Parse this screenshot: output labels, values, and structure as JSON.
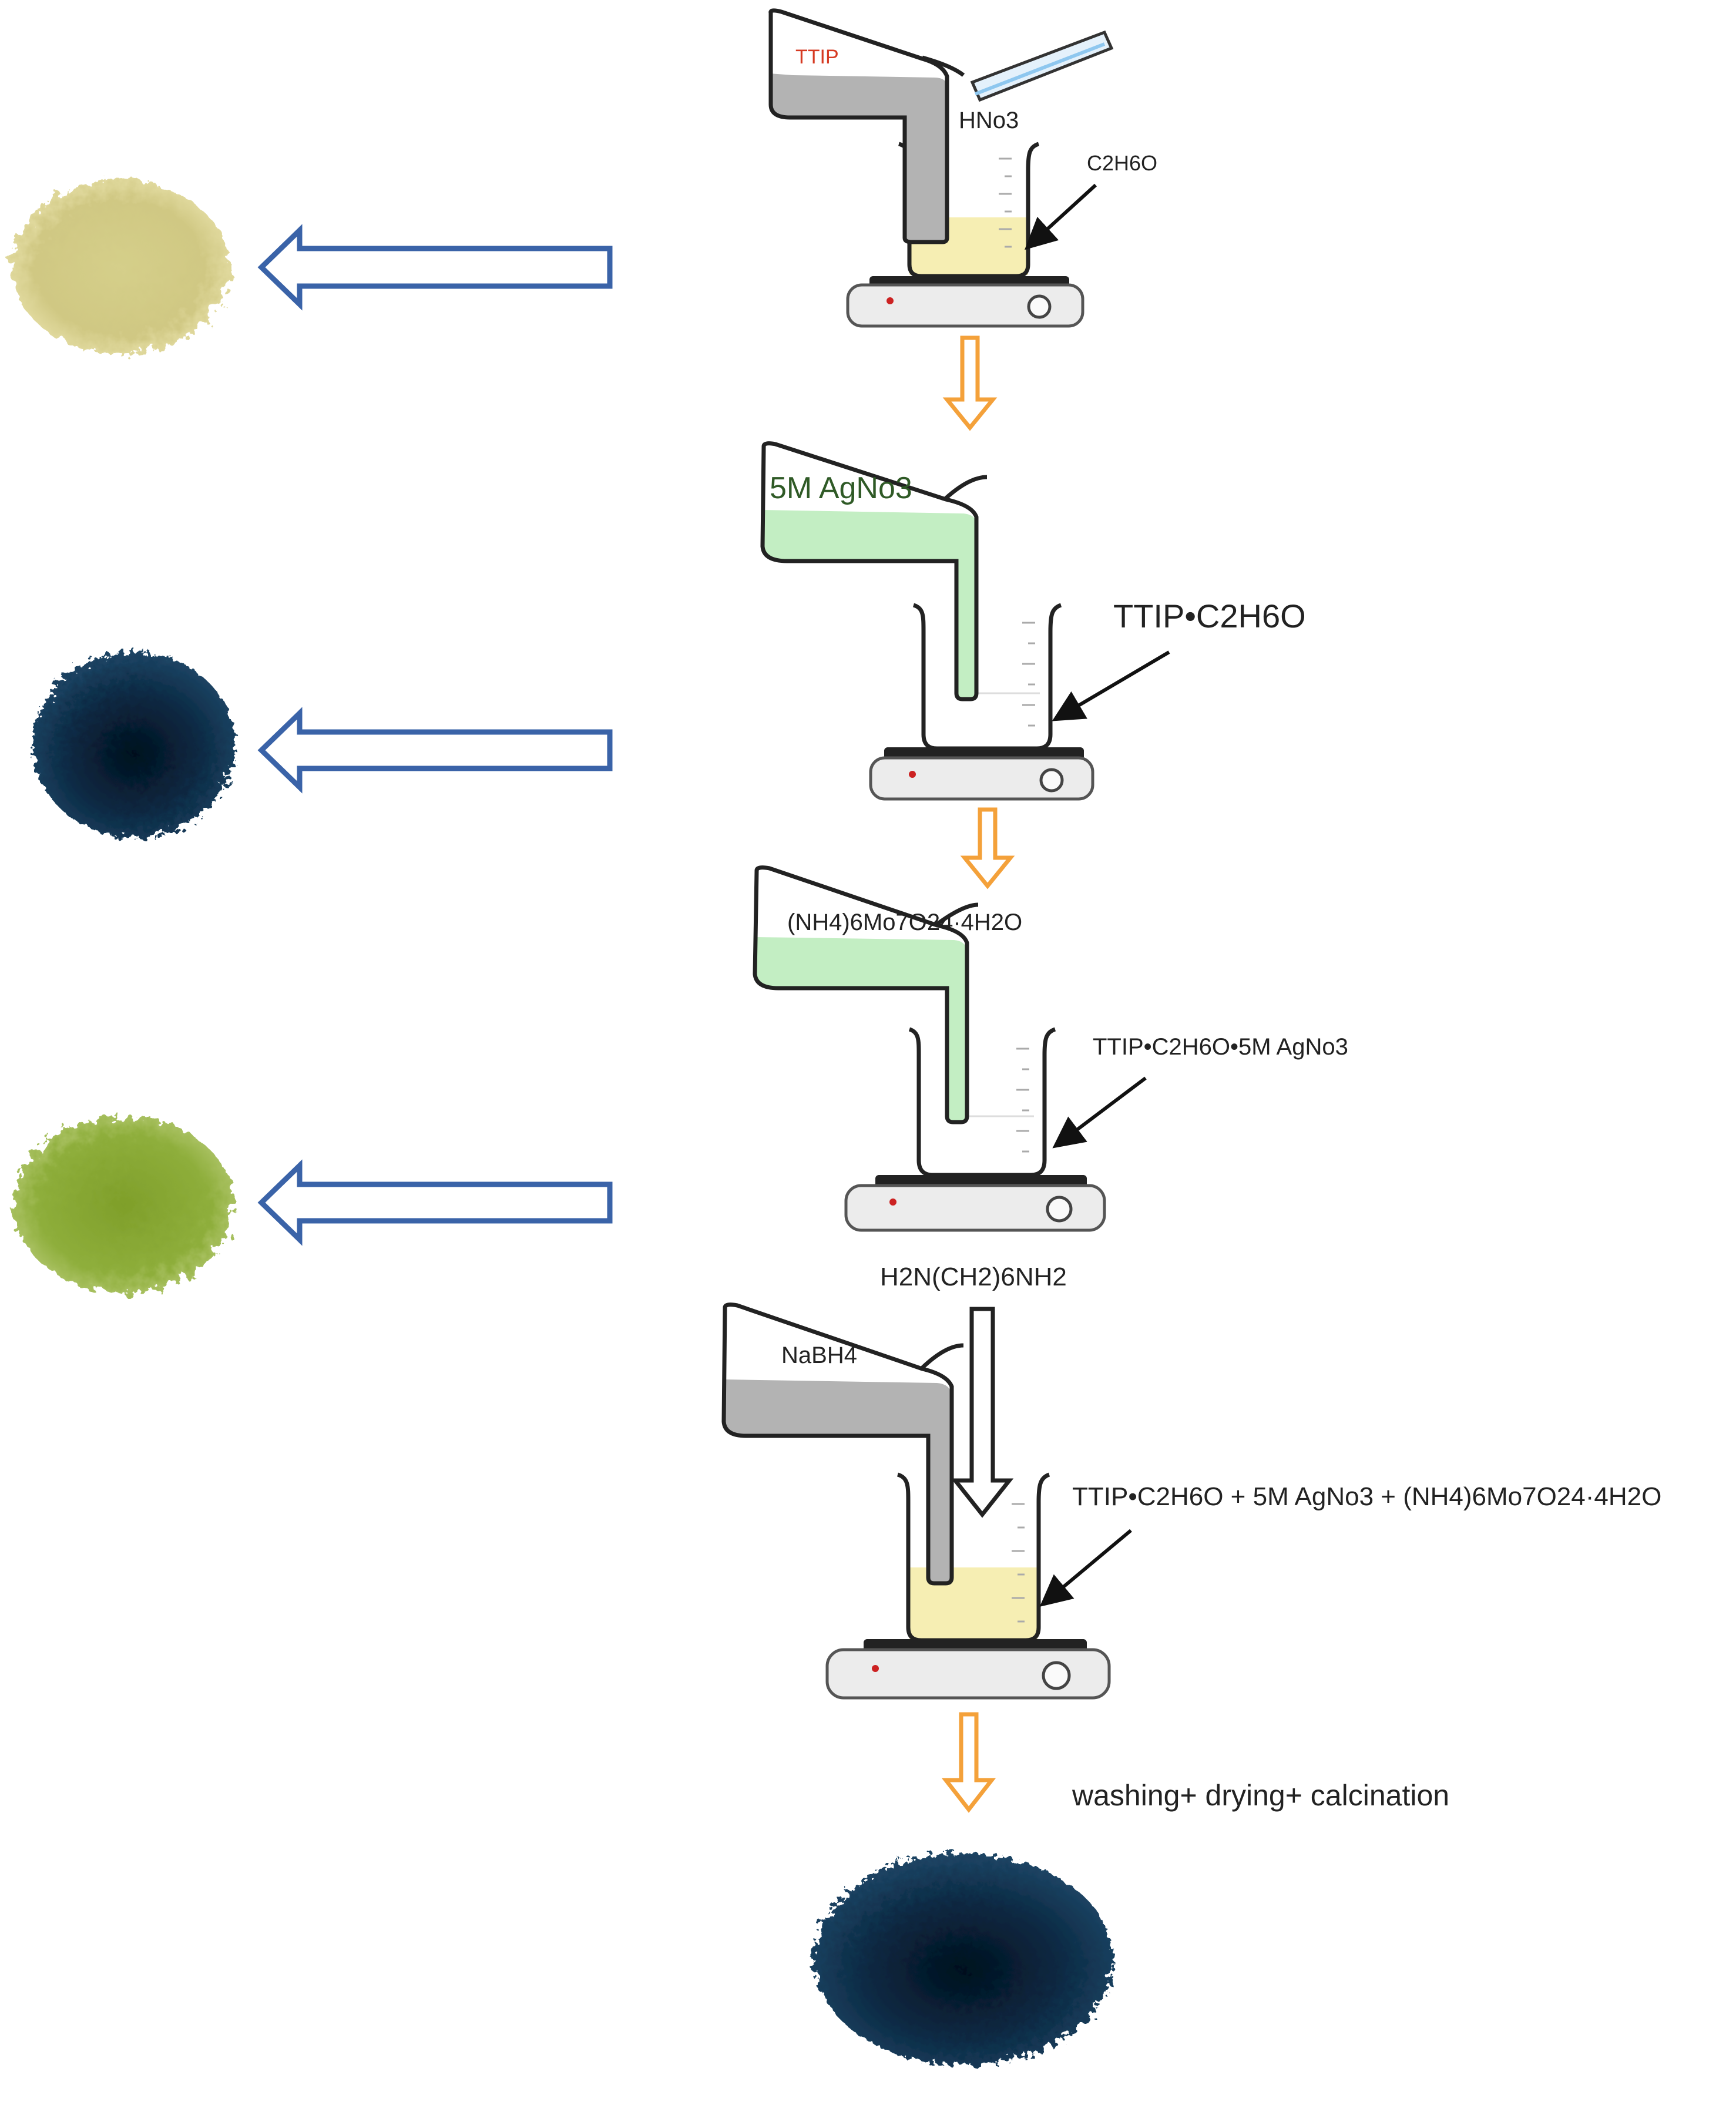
{
  "steps": [
    {
      "flask_label": "TTIP",
      "pipette_label": "HNo3",
      "arrow_label": "C2H6O",
      "liquid_color": "#f6eeb3",
      "stream_color": "#b3b3b3",
      "powder_color": "#d8d08a"
    },
    {
      "flask_label": "5M AgNo3",
      "arrow_label": "TTIP•C2H6O",
      "liquid_color": "#ffffff",
      "stream_color": "#c3eec3",
      "powder_color": "#0d2b43"
    },
    {
      "flask_label": "(NH4)6Mo7O24·4H2O",
      "arrow_label": "TTIP•C2H6O•5M AgNo3",
      "liquid_color": "#ffffff",
      "stream_color": "#c3eec3",
      "powder_color": "#8fae3a"
    },
    {
      "top_label": "H2N(CH2)6NH2",
      "flask_label": "NaBH4",
      "arrow_label": "TTIP•C2H6O + 5M AgNo3 + (NH4)6Mo7O24·4H2O",
      "liquid_color": "#f6eeb3",
      "stream_color": "#b3b3b3"
    }
  ],
  "final": {
    "process_label": "washing+ drying+ calcination",
    "powder_color": "#0d2b43"
  },
  "colors": {
    "outline": "#222222",
    "flow_arrow": "#f4a13a",
    "side_arrow": "#3a63a8",
    "hotplate_body": "#ececec",
    "hotplate_top": "#222222",
    "indicator": "#cc2222"
  }
}
